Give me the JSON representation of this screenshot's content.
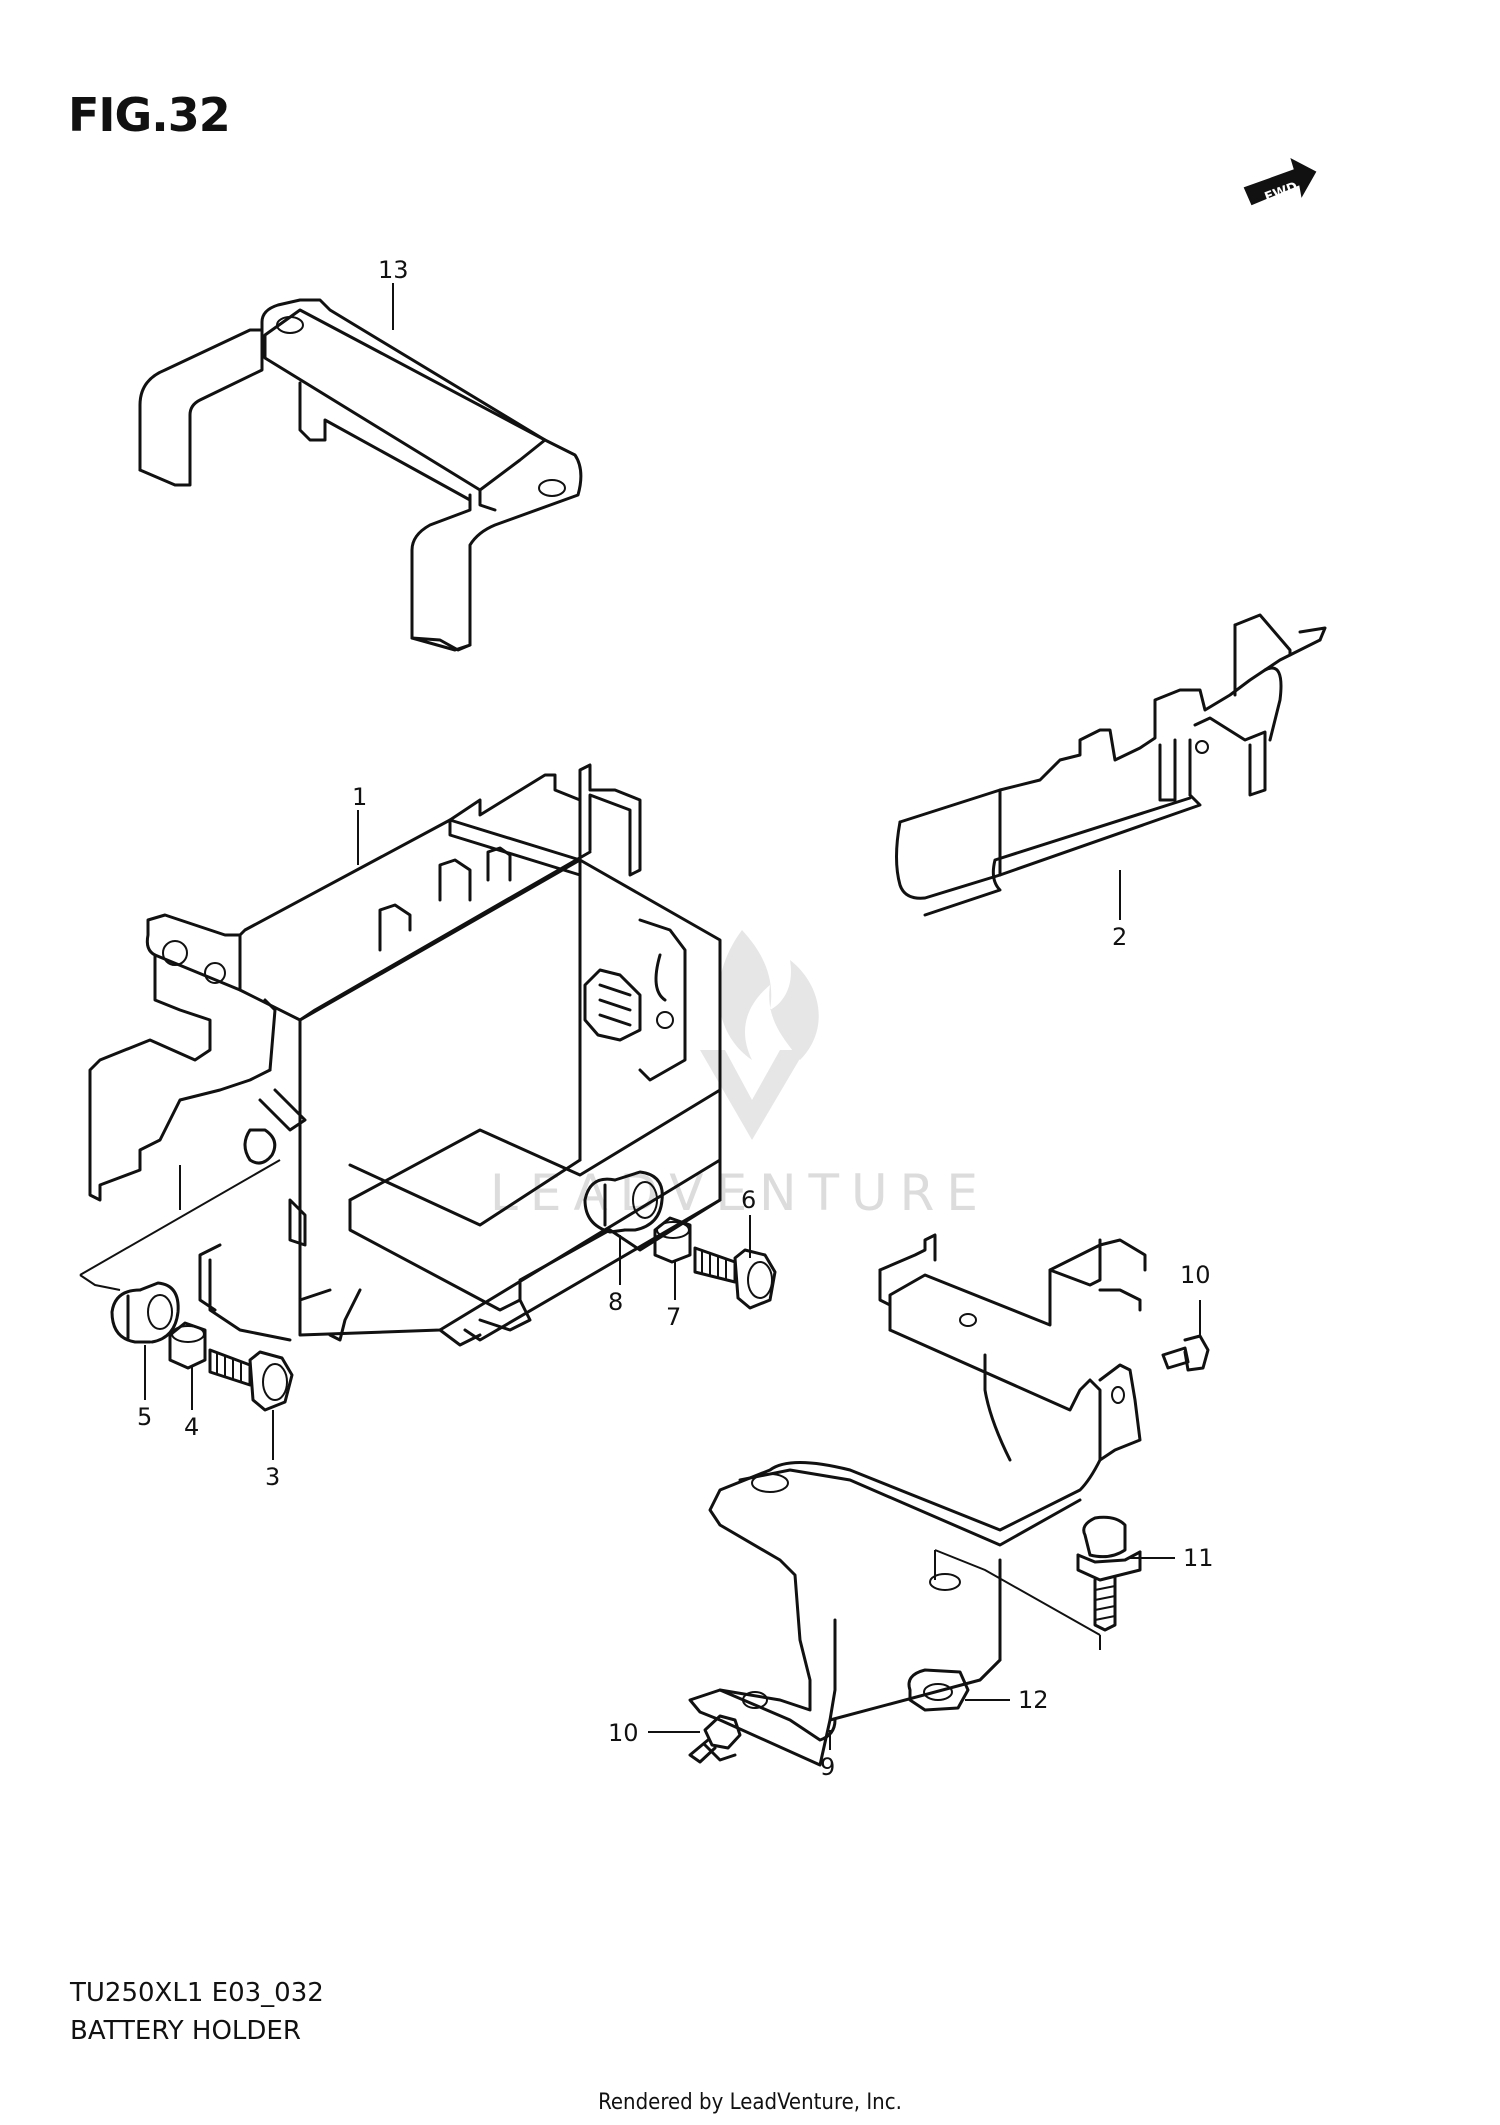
{
  "figure": {
    "title": "FIG.32",
    "model_code": "TU250XL1 E03_032",
    "section_name": "BATTERY HOLDER",
    "credit": "Rendered by LeadVenture, Inc.",
    "watermark": "LEADVENTURE",
    "fwd_label": "FWD"
  },
  "callouts": [
    "13",
    "1",
    "2",
    "8",
    "7",
    "6",
    "5",
    "4",
    "3",
    "10",
    "11",
    "9",
    "10",
    "12"
  ]
}
